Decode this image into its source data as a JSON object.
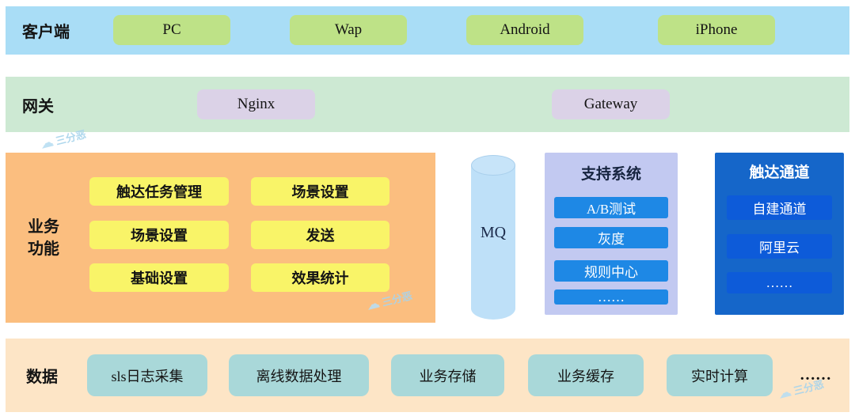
{
  "client_layer": {
    "label": "客户端",
    "items": [
      "PC",
      "Wap",
      "Android",
      "iPhone"
    ]
  },
  "gateway_layer": {
    "label": "网关",
    "items": [
      "Nginx",
      "Gateway"
    ]
  },
  "business_layer": {
    "label_line1": "业务",
    "label_line2": "功能",
    "items": [
      "触达任务管理",
      "场景设置",
      "场景设置",
      "发送",
      "基础设置",
      "效果统计"
    ]
  },
  "mq": {
    "label": "MQ"
  },
  "support_system": {
    "title": "支持系统",
    "items": [
      "A/B测试",
      "灰度",
      "规则中心",
      "……"
    ]
  },
  "reach_channel": {
    "title": "触达通道",
    "items": [
      "自建通道",
      "阿里云",
      "……"
    ]
  },
  "data_layer": {
    "label": "数据",
    "items": [
      "sls日志采集",
      "离线数据处理",
      "业务存储",
      "业务缓存",
      "实时计算"
    ],
    "ellipsis": "……"
  },
  "watermark": {
    "text": "三分恶"
  },
  "colors": {
    "client_band": "#a9ddf6",
    "client_chip": "#bee287",
    "gateway_band": "#cde9d3",
    "gateway_chip": "#dbd2e7",
    "business_panel": "#fbbe7f",
    "business_chip": "#f9f468",
    "mq_fill": "#bee0f8",
    "support_panel": "#c2c9f1",
    "support_chip": "#1e88e5",
    "channel_panel": "#1566c9",
    "channel_chip": "#0d5bd9",
    "data_band": "#fde5c6",
    "data_chip": "#a9d8d9"
  }
}
